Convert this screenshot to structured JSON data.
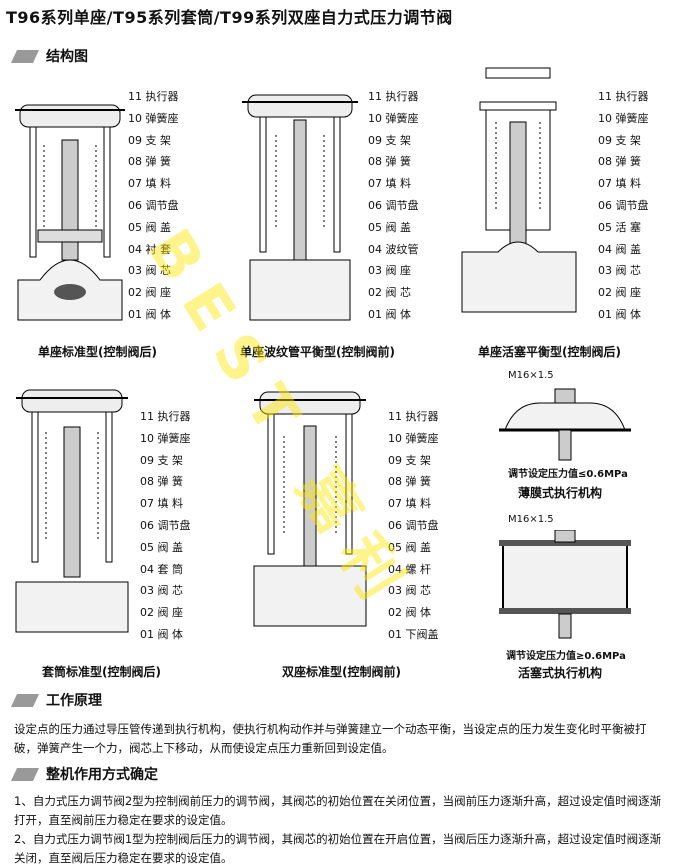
{
  "page_title": "T96系列单座/T95系列套筒/T99系列双座自力式压力调节阀",
  "sections": {
    "structure": "结构图",
    "principle": "工作原理",
    "mode": "整机作用方式确定"
  },
  "diagrams": {
    "d1": {
      "caption": "单座标准型(控制阀后)",
      "labels": [
        "11 执行器",
        "10 弹簧座",
        "09 支 架",
        "08 弹 簧",
        "07 填 料",
        "06 调节盘",
        "05 阀 盖",
        "04 衬 套",
        "03 阀 芯",
        "02 阀 座",
        "01 阀 体"
      ]
    },
    "d2": {
      "caption": "单座波纹管平衡型(控制阀前)",
      "labels": [
        "11 执行器",
        "10 弹簧座",
        "09 支 架",
        "08 弹 簧",
        "07 填 料",
        "06 调节盘",
        "05 阀 盖",
        "04 波纹管",
        "03 阀 座",
        "02 阀 芯",
        "01 阀 体"
      ]
    },
    "d3": {
      "caption": "单座活塞平衡型(控制阀后)",
      "labels": [
        "11 执行器",
        "10 弹簧座",
        "09 支 架",
        "08 弹 簧",
        "07 填 料",
        "06 调节盘",
        "05 活 塞",
        "04 阀 盖",
        "03 阀 芯",
        "02 阀 座",
        "01 阀 体"
      ]
    },
    "d4": {
      "caption": "套筒标准型(控制阀后)",
      "labels": [
        "11 执行器",
        "10 弹簧座",
        "09 支 架",
        "08 弹 簧",
        "07 填 料",
        "06 调节盘",
        "05 阀 盖",
        "04 套 筒",
        "03 阀 芯",
        "02 阀 座",
        "01 阀 体"
      ]
    },
    "d5": {
      "caption": "双座标准型(控制阀前)",
      "labels": [
        "11 执行器",
        "10 弹簧座",
        "09 支 架",
        "08 弹 簧",
        "07 填 料",
        "06 调节盘",
        "05 阀 盖",
        "04 螺 杆",
        "03 阀 芯",
        "02 阀 体",
        "01 下阀盖"
      ]
    },
    "act1": {
      "thread": "M16×1.5",
      "setting": "调节设定压力值≤0.6MPa",
      "name": "薄膜式执行机构"
    },
    "act2": {
      "thread": "M16×1.5",
      "setting": "调节设定压力值≥0.6MPa",
      "name": "活塞式执行机构"
    }
  },
  "principle_text": "设定点的压力通过导压管传递到执行机构，使执行机构动作并与弹簧建立一个动态平衡，当设定点的压力发生变化时平衡被打破，弹簧产生一个力，阀芯上下移动，从而使设定点压力重新回到设定值。",
  "mode_items": [
    {
      "num": "1、",
      "text": "自力式压力调节阀2型为控制阀前压力的调节阀，其阀芯的初始位置在关闭位置，当阀前压力逐渐升高，超过设定值时阀逐渐打开，直至阀前压力稳定在要求的设定值。"
    },
    {
      "num": "2、",
      "text": "自力式压力调节阀1型为控制阀后压力的调节阀，其阀芯的初始位置在开启位置，当阀后压力逐渐升高，超过设定值时阀逐渐关闭，直至阀后压力稳定在要求的设定值。"
    }
  ],
  "watermark": "BEST 嘉利"
}
